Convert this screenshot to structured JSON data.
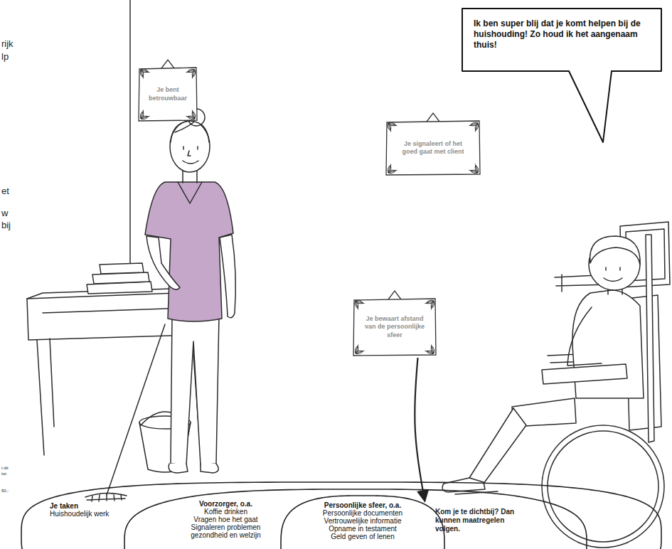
{
  "diagram": {
    "nodes": [
      {
        "text": [
          "Ik ben super blij dat je komt helpen bij de huishouding! Zo houd ik het aangenaam thuis!"
        ]
      },
      {
        "text": [
          "Je bent betrouwbaar"
        ]
      },
      {
        "text": [
          "Je signaleert of het goed gaat met client"
        ]
      },
      {
        "text": [
          "Je bewaart afstand van de persoonlijke sfeer"
        ]
      },
      {
        "text": [
          "Je taken",
          "Huishoudelijk werk"
        ]
      },
      {
        "text": [
          "Voorzorger, o.a.",
          "Koffie drinken",
          "Vragen hoe het gaat",
          "Signaleren problemen gezondheid en welzijn"
        ],
        "in": 4
      },
      {
        "text": [
          "Persoonlijke sfeer, o.a.",
          "Persoonlijke documenten",
          "Vertrouwelijke informatie",
          "Opname in testament",
          "Geld geven of lenen"
        ],
        "in": 5
      }
    ],
    "edges": [
      {
        "from": 3,
        "to": 6,
        "arrow": "to"
      }
    ],
    "labels": [
      "rijk",
      "lp",
      "et",
      "w",
      "bij",
      "t dit",
      "tor.",
      "50,-",
      "Kom je te dichtbij? Dan kunnen maatregelen volgen."
    ]
  }
}
